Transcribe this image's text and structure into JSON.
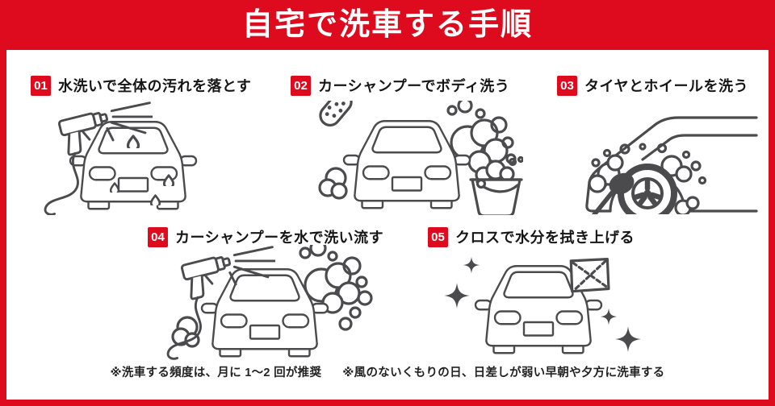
{
  "header": {
    "title": "自宅で洗車する手順"
  },
  "steps": [
    {
      "number": "01",
      "label": "水洗いで全体の汚れを落とす",
      "icon": "car-front-spray-rinse"
    },
    {
      "number": "02",
      "label": "カーシャンプーでボディ洗う",
      "icon": "car-front-sponge-foam-bucket"
    },
    {
      "number": "03",
      "label": "タイヤとホイールを洗う",
      "icon": "car-side-wheel-brush"
    },
    {
      "number": "04",
      "label": "カーシャンプーを水で洗い流す",
      "icon": "car-front-spray-foam"
    },
    {
      "number": "05",
      "label": "クロスで水分を拭き上げる",
      "icon": "car-front-cloth-sparkle"
    }
  ],
  "footer": {
    "note1": "※洗車する頻度は、月に 1〜2 回が推奨",
    "note2": "※風のないくもりの日、日差しが弱い早朝や夕方に洗車する"
  },
  "colors": {
    "accent_red": "#de0b1e",
    "line_gray": "#4b4b4e",
    "text_dark": "#161616",
    "background": "#ffffff"
  }
}
